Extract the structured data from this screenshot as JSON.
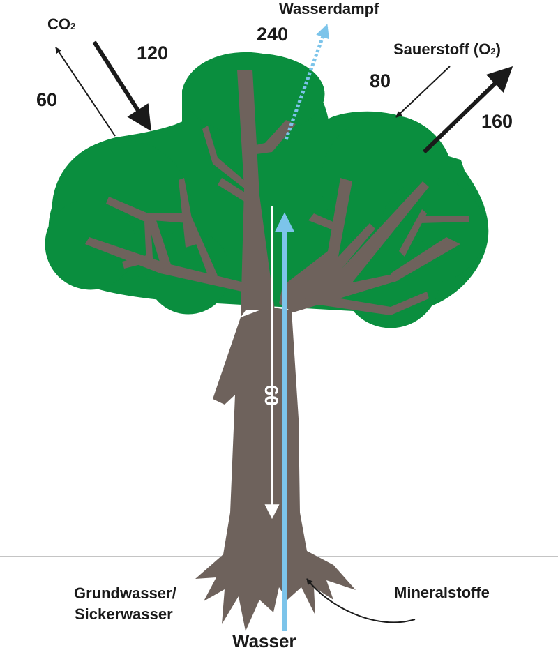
{
  "labels": {
    "co2": "CO",
    "co2_sub": "2",
    "wasserdampf": "Wasserdampf",
    "sauerstoff": "Sauerstoff (O",
    "sauerstoff_sub": "2",
    "sauerstoff_close": ")",
    "grundwasser_line1": "Grundwasser/",
    "grundwasser_line2": "Sickerwasser",
    "wasser": "Wasser",
    "mineralstoffe": "Mineralstoffe"
  },
  "values": {
    "co2_out": "60",
    "co2_in": "120",
    "vapor": "240",
    "o2_in": "80",
    "o2_out": "160",
    "trunk_down": "60"
  },
  "colors": {
    "canopy": "#0a8e3e",
    "trunk": "#6e625c",
    "water": "#7cc4ea",
    "arrow": "#1a1a1a",
    "ground": "#888888"
  }
}
